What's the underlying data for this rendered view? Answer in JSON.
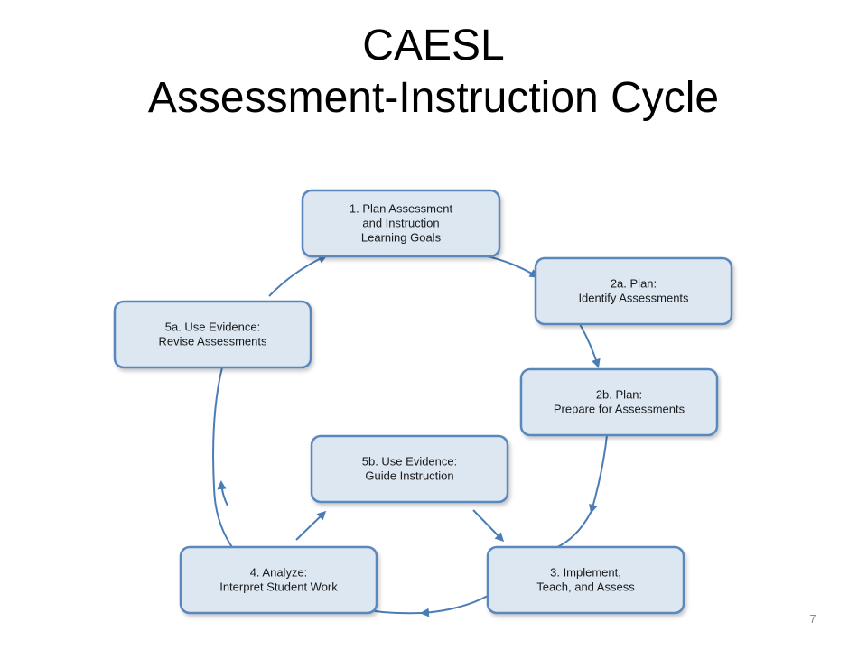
{
  "title": {
    "line1": "CAESL",
    "line2": "Assessment-Instruction Cycle"
  },
  "diagram": {
    "nodes": [
      {
        "id": "plan",
        "lines": [
          "1. Plan Assessment",
          "and Instruction",
          "Learning Goals"
        ]
      },
      {
        "id": "identify",
        "lines": [
          "2a. Plan:",
          "Identify Assessments"
        ]
      },
      {
        "id": "prepare",
        "lines": [
          "2b. Plan:",
          "Prepare for Assessments"
        ]
      },
      {
        "id": "implement",
        "lines": [
          "3. Implement,",
          "Teach, and Assess"
        ]
      },
      {
        "id": "analyze",
        "lines": [
          "4. Analyze:",
          "Interpret Student Work"
        ]
      },
      {
        "id": "revise",
        "lines": [
          "5a. Use Evidence:",
          "Revise Assessments"
        ]
      },
      {
        "id": "guide",
        "lines": [
          "5b. Use Evidence:",
          "Guide Instruction"
        ]
      }
    ],
    "colors": {
      "box_fill": "#dde7f2",
      "box_border": "#5a88bd",
      "arrow": "#4a7cb5"
    }
  },
  "page_number": "7"
}
